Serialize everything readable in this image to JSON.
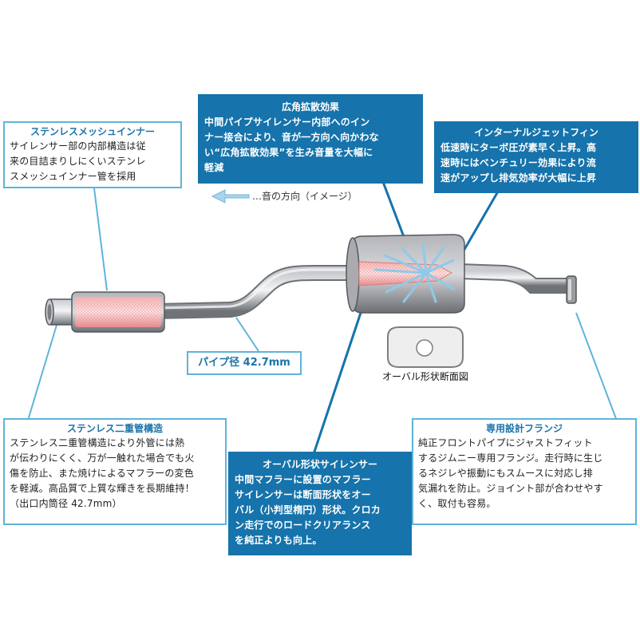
{
  "callouts": {
    "stainless_mesh": {
      "title": "ステンレスメッシュインナー",
      "body": "サイレンサー部の内部構造は従\n来の目詰まりしにくいステンレ\nスメッシュインナー管を採用"
    },
    "wide_angle": {
      "title": "広角拡散効果",
      "body": "中間パイプサイレンサー内部へのイン\nナー接合により、音が一方向へ向かわな\nい“広角拡散効果”を生み音量を大幅に\n軽減"
    },
    "internal_jet": {
      "title": "インターナルジェットフィン",
      "body": "低速時にターボ圧が素早く上昇。高\n速時にはベンチュリー効果により流\n速がアップし排気効率が大幅に上昇"
    },
    "double_pipe": {
      "title": "ステンレス二重管構造",
      "body": "ステンレス二重管構造により外管には熱\nが伝わりにくく、万が一触れた場合でも火\n傷を防止、また焼けによるマフラーの変色\nを軽減。高品質で上質な輝きを長期維持！\n（出口内筒径 42.7mm）"
    },
    "oval_silencer": {
      "title": "オーバル形状サイレンサー",
      "body": "中間マフラーに設置のマフラー\nサイレンサーは断面形状をオー\nバル（小判型楕円）形状。クロカ\nン走行でのロードクリアランス\nを純正よりも向上。"
    },
    "flange": {
      "title": "専用設計フランジ",
      "body": "純正フロントパイプにジャストフィット\nするジムニー専用フランジ。走行時に生じ\nるネジレや振動にもスムースに対応し排\n気漏れを防止。ジョイント部が合わせやす\nく、取付も容易。"
    }
  },
  "labels": {
    "pipe_diameter": "パイプ径 42.7mm",
    "sound_direction": "…音の方向（イメージ）",
    "oval_section": "オーバル形状断面図"
  },
  "colors": {
    "light_blue_border": "#5fb3da",
    "dark_blue_fill": "#1673ab",
    "pipe_gray": "#8d8f93",
    "mesh_pink": "#f4a1a1",
    "arrow_blue": "#8ecae8"
  }
}
